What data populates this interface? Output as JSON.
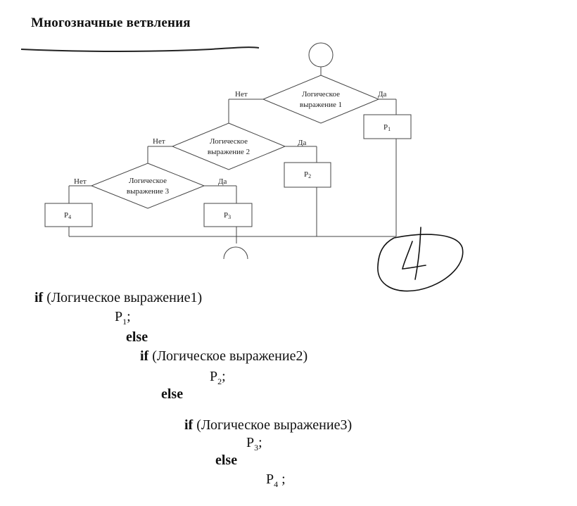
{
  "title": "Многозначные ветвления",
  "flowchart": {
    "cond1_line1": "Логическое",
    "cond1_line2": "выражение 1",
    "cond2_line1": "Логическое",
    "cond2_line2": "выражение 2",
    "cond3_line1": "Логическое",
    "cond3_line2": "выражение 3",
    "no": "Нет",
    "yes": "Да",
    "p1": "P",
    "p1_sub": "1",
    "p2": "P",
    "p2_sub": "2",
    "p3": "P",
    "p3_sub": "3",
    "p4": "P",
    "p4_sub": "4"
  },
  "annotation": "4",
  "code": {
    "kw_if": "if",
    "kw_else": "else",
    "cond1": " (Логическое выражение1)",
    "cond2": " (Логическое выражение2)",
    "cond3": " (Логическое выражение3)",
    "p1": "P",
    "p1_sub": "1",
    "p1_end": ";",
    "p2": "P",
    "p2_sub": "2",
    "p2_end": ";",
    "p3": "P",
    "p3_sub": "3",
    "p3_end": ";",
    "p4": "P",
    "p4_sub": "4",
    "p4_end": " ;"
  }
}
